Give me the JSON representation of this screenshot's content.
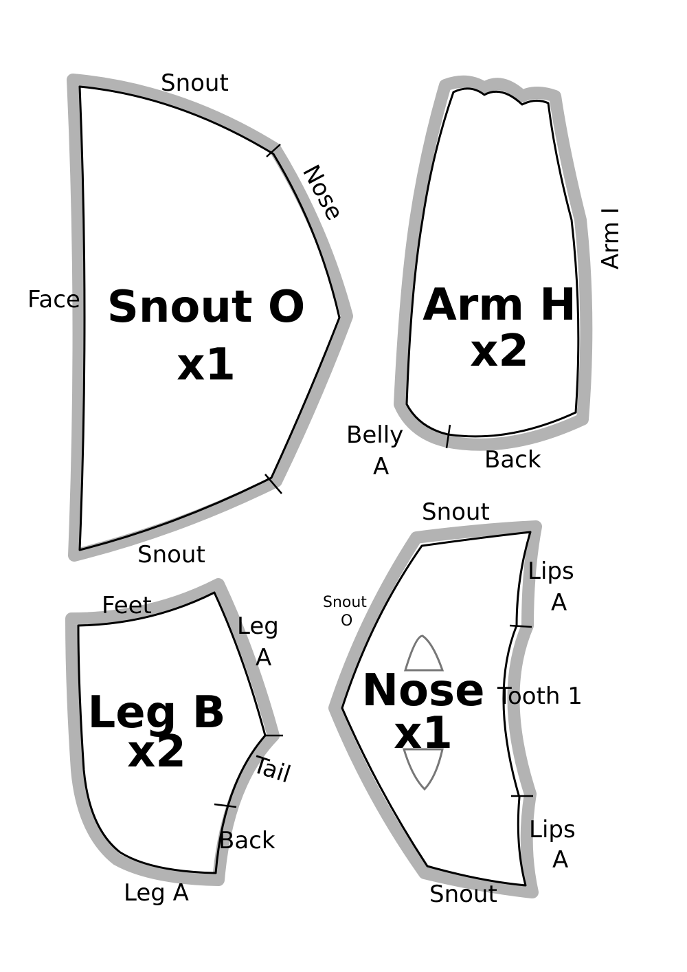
{
  "pieces": [
    {
      "name": "Snout O",
      "count": "x1",
      "edges": {
        "top": "Snout",
        "right_upper": "Nose",
        "left": "Face",
        "bottom": "Snout"
      }
    },
    {
      "name": "Arm H",
      "count": "x2",
      "edges": {
        "right": "Arm I",
        "bottom_left": "Belly",
        "bottom_left_2": "A",
        "bottom": "Back"
      }
    },
    {
      "name": "Leg B",
      "count": "x2",
      "edges": {
        "top": "Feet",
        "right_1": "Leg",
        "right_1b": "A",
        "right_2": "Tail",
        "right_3": "Back",
        "bottom": "Leg A"
      }
    },
    {
      "name": "Nose",
      "count": "x1",
      "edges": {
        "top": "Snout",
        "left": "Snout",
        "left_b": "O",
        "right_1": "Lips",
        "right_1b": "A",
        "right_2": "Tooth 1",
        "right_3": "Lips",
        "right_3b": "A",
        "bottom": "Snout"
      }
    }
  ]
}
